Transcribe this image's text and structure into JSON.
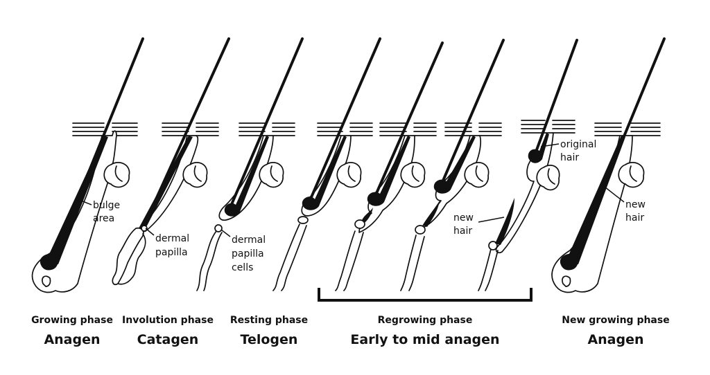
{
  "colors": {
    "ink": "#111111",
    "background": "#ffffff"
  },
  "stages": [
    {
      "phase": "Growing phase",
      "name": "Anagen"
    },
    {
      "phase": "Involution phase",
      "name": "Catagen"
    },
    {
      "phase": "Resting phase",
      "name": "Telogen"
    },
    {
      "phase": "Regrowing phase",
      "name": "Early to mid anagen"
    },
    {
      "phase": "New growing phase",
      "name": "Anagen"
    }
  ],
  "annotations": {
    "bulge_area": [
      "bulge",
      "area"
    ],
    "dermal_papilla": [
      "dermal",
      "papilla"
    ],
    "dermal_papilla_cells": [
      "dermal",
      "papilla",
      "cells"
    ],
    "new_hair_regrowing": [
      "new",
      "hair"
    ],
    "original_hair": [
      "original",
      "hair"
    ],
    "new_hair_anagen": [
      "new",
      "hair"
    ]
  }
}
